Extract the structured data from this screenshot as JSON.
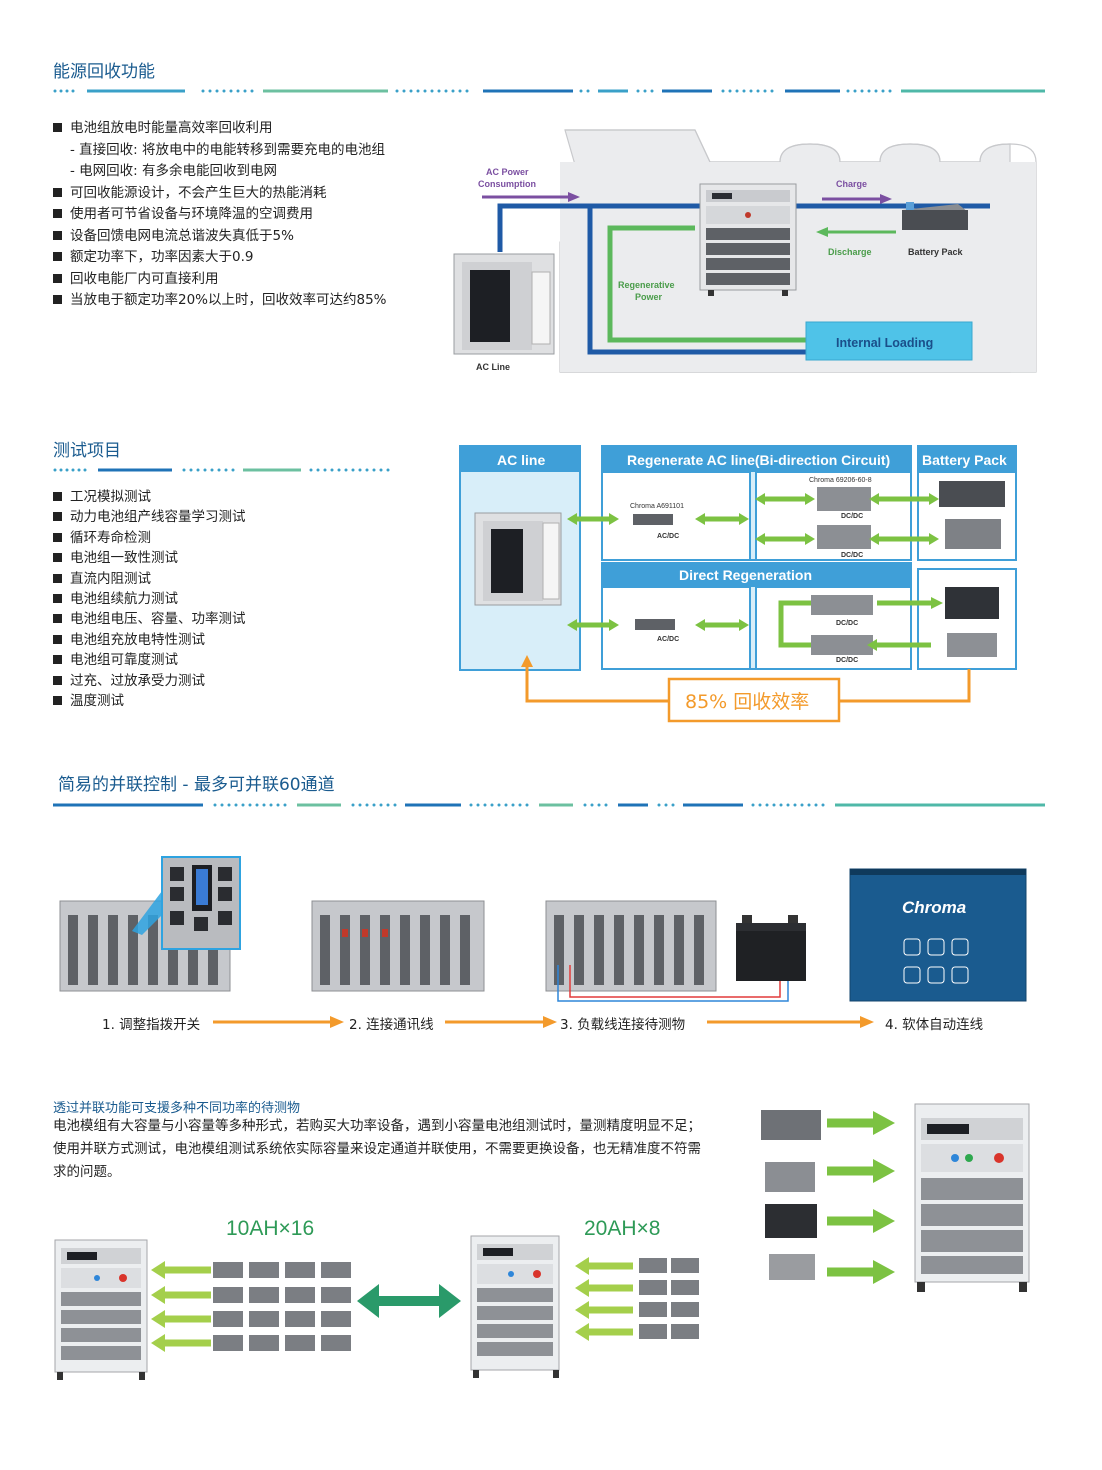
{
  "section1": {
    "title": "能源回收功能",
    "bullets": [
      {
        "text": "电池组放电时能量高效率回收利用",
        "sub": false
      },
      {
        "text": "- 直接回收: 将放电中的电能转移到需要充电的电池组",
        "sub": true
      },
      {
        "text": "- 电网回收: 有多余电能回收到电网",
        "sub": true
      },
      {
        "text": "可回收能源设计，不会产生巨大的热能消耗",
        "sub": false
      },
      {
        "text": "使用者可节省设备与环境降温的空调费用",
        "sub": false
      },
      {
        "text": "设备回馈电网电流总谐波失真低于5%",
        "sub": false
      },
      {
        "text": "额定功率下，功率因素大于0.9",
        "sub": false
      },
      {
        "text": "回收电能厂内可直接利用",
        "sub": false
      },
      {
        "text": "当放电于额定功率20%以上时，回收效率可达约85%",
        "sub": false
      }
    ],
    "diagram": {
      "ac_power_1": "AC Power",
      "ac_power_2": "Consumption",
      "charge": "Charge",
      "discharge": "Discharge",
      "battery_pack": "Battery Pack",
      "regen_1": "Regenerative",
      "regen_2": "Power",
      "internal_loading": "Internal Loading",
      "ac_line": "AC Line"
    }
  },
  "section2": {
    "title": "测试项目",
    "bullets": [
      "工况模拟测试",
      "动力电池组产线容量学习测试",
      "循环寿命检测",
      "电池组一致性测试",
      "直流内阻测试",
      "电池组续航力测试",
      "电池组电压、容量、功率测试",
      "电池组充放电特性测试",
      "电池组可靠度测试",
      "过充、过放承受力测试",
      "温度测试"
    ],
    "diagram": {
      "ac_line": "AC line",
      "regen_title": "Regenerate AC line(Bi-direction Circuit)",
      "battery_pack": "Battery Pack",
      "chroma_a": "Chroma A691101",
      "chroma_b": "Chroma 69206-60-8",
      "acdc": "AC/DC",
      "dcdc": "DC/DC",
      "direct_regen": "Direct Regeneration",
      "efficiency": "85% 回收效率"
    }
  },
  "section3": {
    "title": "简易的并联控制 - 最多可并联60通道",
    "steps": [
      "1. 调整指拨开关",
      "2. 连接通讯线",
      "3. 负载线连接待测物",
      "4. 软体自动连线"
    ],
    "software_logo": "Chroma"
  },
  "section4": {
    "title": "透过并联功能可支援多种不同功率的待测物",
    "body": "电池模组有大容量与小容量等多种形式，若购买大功率设备，遇到小容量电池组测试时，量测精度明显不足；使用并联方式测试，电池模组测试系统依实际容量来设定通道并联使用，不需要更换设备，也无精准度不符需求的问题。",
    "label_a": "10AH×16",
    "label_b": "20AH×8"
  },
  "colors": {
    "title_blue": "#1a5b8f",
    "green_arrow": "#7cc242",
    "orange": "#f39a2b",
    "box_blue": "#3f9fd8"
  }
}
